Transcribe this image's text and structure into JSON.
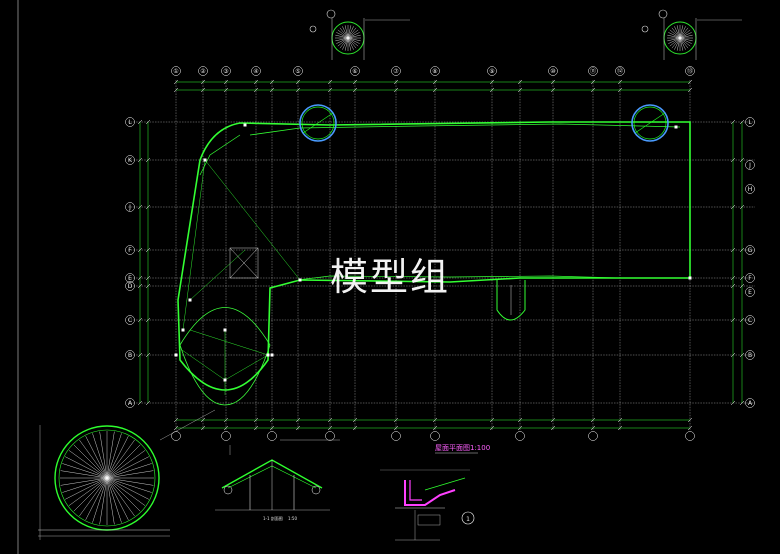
{
  "watermark": "模型组",
  "drawing_title": "屋面平面图1:100",
  "section_1_label": "1-1 剖面图",
  "section_1_scale": "1:50",
  "detail_number": "1",
  "grid_top": [
    "①",
    "②",
    "③",
    "④",
    "⑤",
    "⑥",
    "⑦",
    "⑧",
    "⑨",
    "⑩",
    "⑪",
    "⑫",
    "⑬"
  ],
  "grid_left": [
    "L",
    "K",
    "J",
    "F",
    "E",
    "D",
    "C",
    "B",
    "A"
  ],
  "grid_right": [
    "L",
    "J",
    "H",
    "G",
    "F",
    "E",
    "C",
    "B",
    "A"
  ],
  "colors": {
    "background": "#000000",
    "grid_line": "#ffffff",
    "roof_edge": "#00ff00",
    "dimension": "#00ff00",
    "text": "#ffffff",
    "accent": "#ff00ff"
  }
}
